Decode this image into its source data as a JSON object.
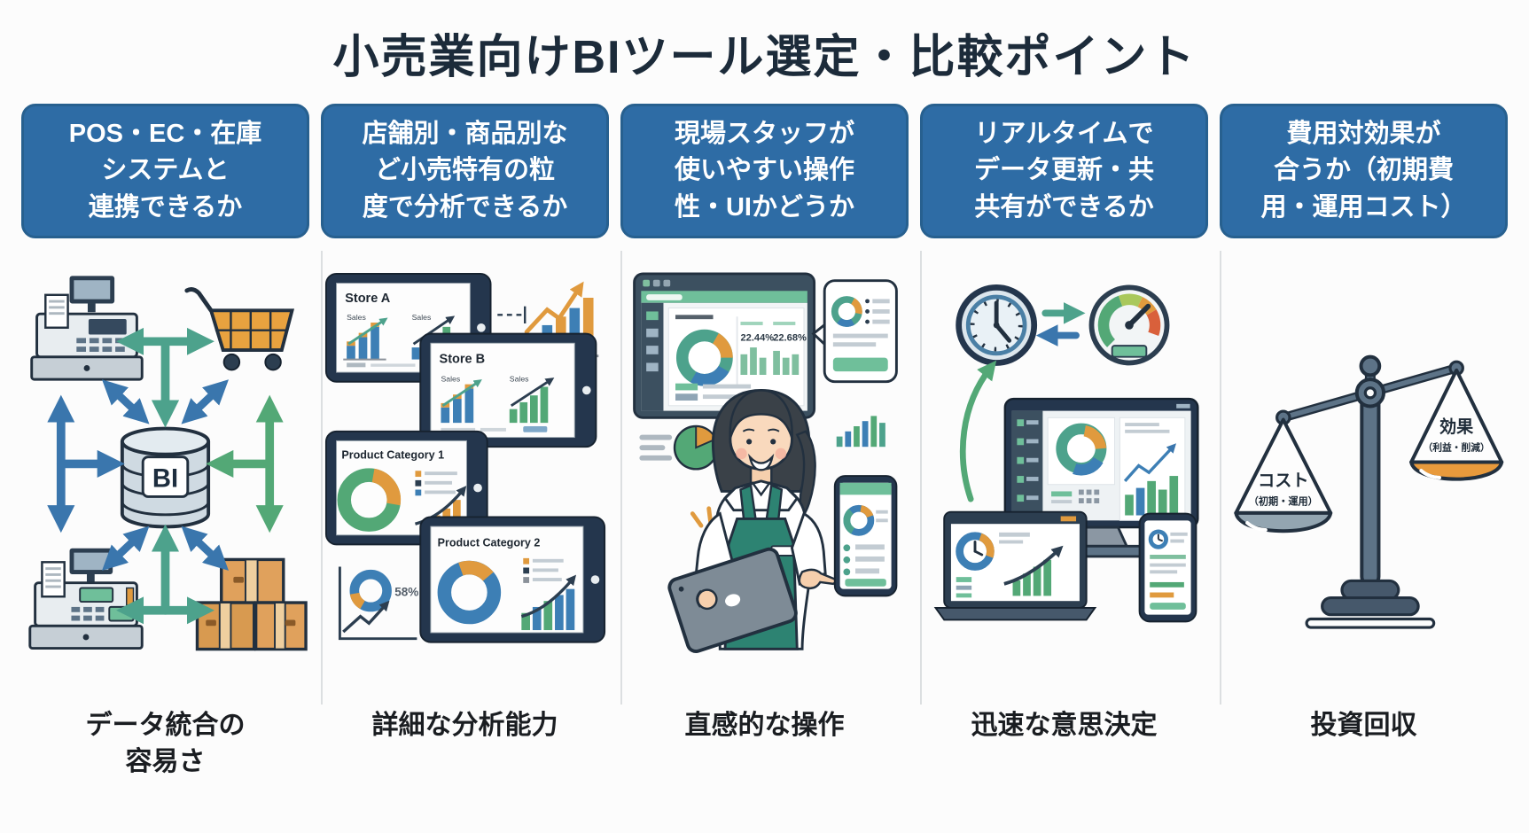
{
  "title": "小売業向けBIツール選定・比較ポイント",
  "colors": {
    "header_bg": "#2e6ca5",
    "header_text": "#ffffff",
    "title_text": "#1c2b3a",
    "footer_text": "#1a1d21",
    "arrow_blue": "#3a76ad",
    "arrow_teal": "#4da28c",
    "chart_green": "#53a876",
    "chart_blue": "#3d7fb5",
    "chart_orange": "#e09a3e",
    "device_frame": "#24364d",
    "apron_green": "#2d8372",
    "scale_slate": "#5d7387",
    "divider": "#dcdfe1",
    "background": "#fcfcfc"
  },
  "columns": [
    {
      "header": "POS・EC・在庫\nシステムと\n連携できるか",
      "footer": "データ統合の\n容易さ",
      "icons": [
        "pos-register",
        "shopping-cart",
        "bi-database",
        "cash-register",
        "shipping-boxes",
        "sync-arrows"
      ],
      "labels": {
        "db": "BI"
      }
    },
    {
      "header": "店舗別・商品別な\nど小売特有の粒\n度で分析できるか",
      "footer": "詳細な分析能力",
      "icons": [
        "tablet-dashboards",
        "donut-charts",
        "bar-charts",
        "trend-arrows"
      ],
      "labels": {
        "tablet1": "Store A",
        "tablet2": "Store B",
        "tablet3": "Product Category 1",
        "tablet4": "Product Category 2",
        "sales": "Sales",
        "percent": "58%"
      }
    },
    {
      "header": "現場スタッフが\n使いやすい操作\n性・UIかどうか",
      "footer": "直感的な操作",
      "icons": [
        "dashboard-window",
        "pie-chart",
        "speech-bubble",
        "staff-member",
        "tablet",
        "smartphone"
      ],
      "labels": {
        "stat1": "22.44%",
        "stat2": "22.68%"
      }
    },
    {
      "header": "リアルタイムで\nデータ更新・共\n共有ができるか",
      "footer": "迅速な意思決定",
      "icons": [
        "clock",
        "sync-arrows",
        "speedometer-gauge",
        "desktop-monitor",
        "laptop",
        "smartphone"
      ],
      "labels": {}
    },
    {
      "header": "費用対効果が\n合うか（初期費\n用・運用コスト）",
      "footer": "投資回収",
      "icons": [
        "balance-scale"
      ],
      "labels": {
        "left_pan": "コスト",
        "left_pan_sub": "（初期・運用）",
        "right_pan": "効果",
        "right_pan_sub": "（利益・削減）"
      }
    }
  ]
}
